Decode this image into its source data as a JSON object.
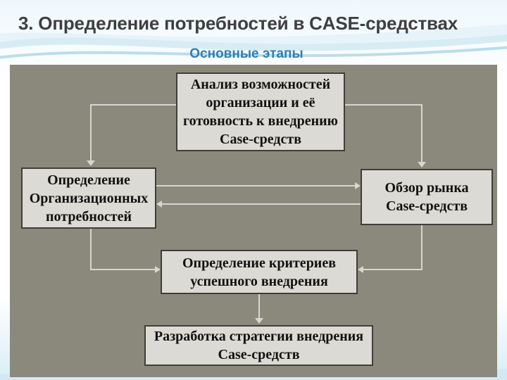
{
  "slide": {
    "title": "3. Определение потребностей в CASE-средствах",
    "subtitle": "Основные этапы"
  },
  "colors": {
    "diagram-bg": "#8b897b",
    "box-fill": "#dcdad4",
    "box-border": "#3f3e38",
    "line": "#d8d6cf",
    "title": "#3f3f3f",
    "subtitle": "#2e7fb5",
    "box-text": "#111111"
  },
  "diagram": {
    "nodes": [
      {
        "id": "analysis",
        "lines": [
          "Анализ возможностей",
          "организации и её",
          "готовность к внедрению",
          "Case-средств"
        ]
      },
      {
        "id": "org-needs",
        "lines": [
          "Определение",
          "Организационных",
          "потребностей"
        ]
      },
      {
        "id": "market",
        "lines": [
          "Обзор рынка",
          "Case-средств"
        ]
      },
      {
        "id": "criteria",
        "lines": [
          "Определение критериев",
          "успешного внедрения"
        ]
      },
      {
        "id": "strategy",
        "lines": [
          "Разработка стратегии внедрения",
          "Case-средств"
        ]
      }
    ],
    "connections": [
      "analysis -> org-needs",
      "analysis -> market",
      "org-needs -> market",
      "market -> org-needs",
      "org-needs -> criteria",
      "market -> criteria",
      "criteria -> strategy"
    ]
  }
}
